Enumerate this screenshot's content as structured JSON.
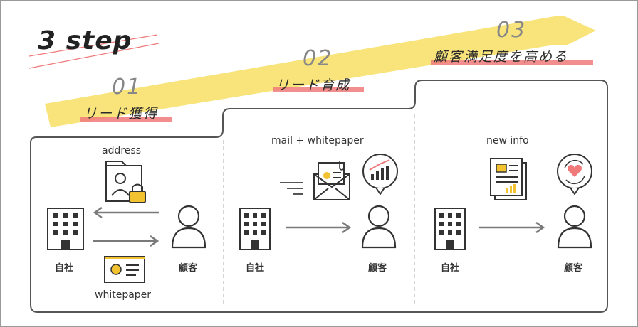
{
  "title": "3 step",
  "steps": [
    {
      "number": "01",
      "label": "リード獲得"
    },
    {
      "number": "02",
      "label": "リード育成"
    },
    {
      "number": "03",
      "label": "顧客満足度を高める"
    }
  ],
  "panels": [
    {
      "top_caption": "address",
      "bottom_caption": "whitepaper",
      "left_label": "自社",
      "right_label": "顧客"
    },
    {
      "top_caption": "mail + whitepaper",
      "left_label": "自社",
      "right_label": "顧客"
    },
    {
      "top_caption": "new info",
      "left_label": "自社",
      "right_label": "顧客"
    }
  ],
  "colors": {
    "accent_yellow": "#f8e47a",
    "accent_red": "#f07a7a",
    "icon_stroke": "#333333",
    "arrow_gray": "#7a7a7a",
    "lock_yellow": "#f2c230"
  }
}
